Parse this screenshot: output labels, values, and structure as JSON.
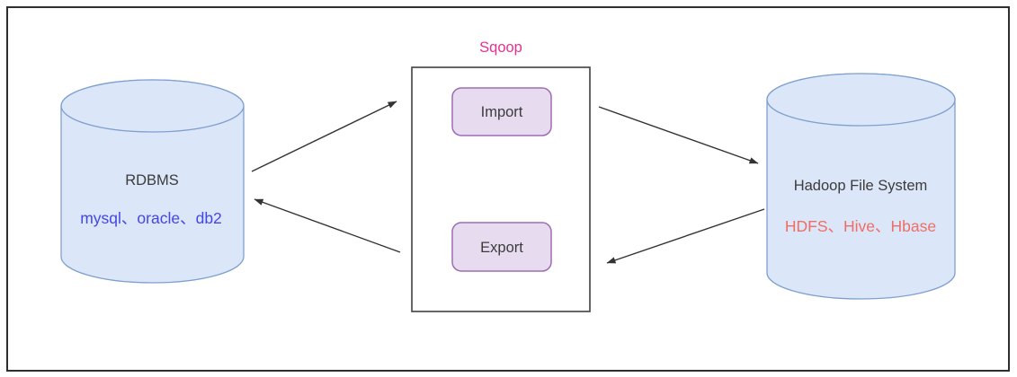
{
  "diagram": {
    "title": "Sqoop",
    "nodes": {
      "rdbms": {
        "label": "RDBMS",
        "sublabel": "mysql、oracle、db2"
      },
      "sqoop": {
        "import_label": "Import",
        "export_label": "Export"
      },
      "hadoop": {
        "label": "Hadoop File System",
        "sublabel": "HDFS、Hive、Hbase"
      }
    },
    "edges": [
      {
        "from": "rdbms",
        "to": "sqoop",
        "direction": "right-up"
      },
      {
        "from": "sqoop",
        "to": "rdbms",
        "direction": "left-up"
      },
      {
        "from": "sqoop",
        "to": "hadoop",
        "direction": "right-down"
      },
      {
        "from": "hadoop",
        "to": "sqoop",
        "direction": "left-down"
      }
    ],
    "colors": {
      "title_text": "#e7308f",
      "rdbms_sublabel_text": "#4545e6",
      "hadoop_sublabel_text": "#ee6e66",
      "node_label_text": "#3b3b3b",
      "cylinder_fill": "#dbe7f8",
      "cylinder_stroke": "#7f9fce",
      "button_fill": "#e7dcef",
      "button_stroke": "#9d6cb4",
      "line": "#333333"
    }
  }
}
